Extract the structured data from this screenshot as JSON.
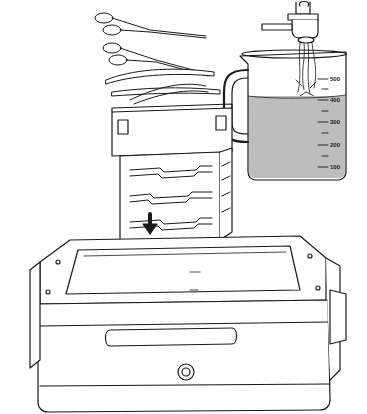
{
  "diagram": {
    "labels": [
      "500",
      "400",
      "300",
      "200",
      "100"
    ]
  }
}
